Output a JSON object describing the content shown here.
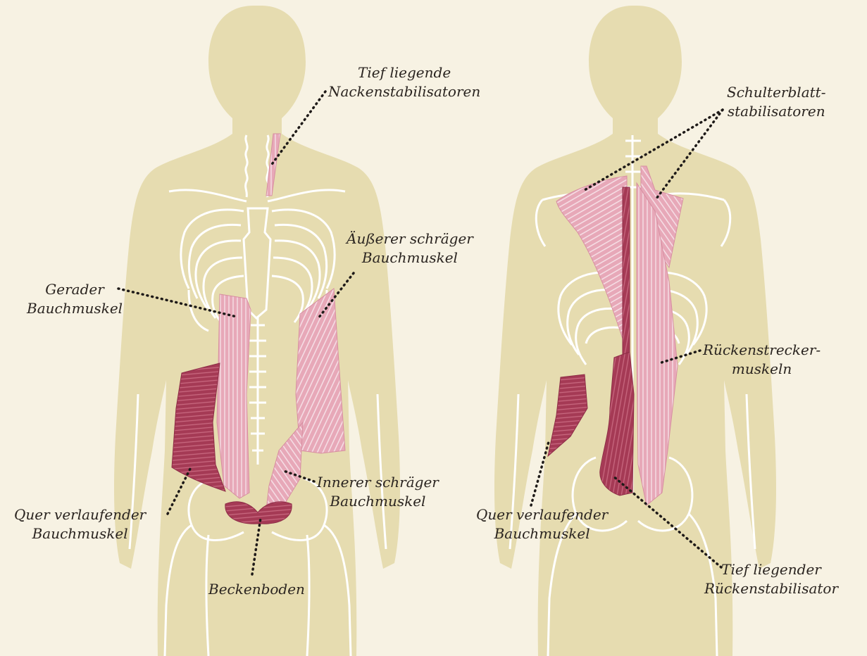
{
  "colors": {
    "background": "#f7f2e3",
    "body_silhouette": "#e6dcb0",
    "bone_outline": "#ffffff",
    "superficial_muscle": "#e7a8b8",
    "deep_muscle": "#a53a55",
    "leader_line": "#1e1a18"
  },
  "labels": {
    "neck": [
      "Tief liegende",
      "Nackenstabilisatoren"
    ],
    "rectus": [
      "Gerader",
      "Bauchmuskel"
    ],
    "external_oblique": [
      "Äußerer schräger",
      "Bauchmuskel"
    ],
    "internal_oblique": [
      "Innerer schräger",
      "Bauchmuskel"
    ],
    "transversus_front": [
      "Quer verlaufender",
      "Bauchmuskel"
    ],
    "pelvic_floor": [
      "Beckenboden"
    ],
    "scapular": [
      "Schulterblatt-",
      "stabilisatoren"
    ],
    "erector": [
      "Rückenstrecker-",
      "muskeln"
    ],
    "transversus_back": [
      "Quer verlaufender",
      "Bauchmuskel"
    ],
    "multifidus": [
      "Tief liegender",
      "Rückenstabilisator"
    ]
  }
}
